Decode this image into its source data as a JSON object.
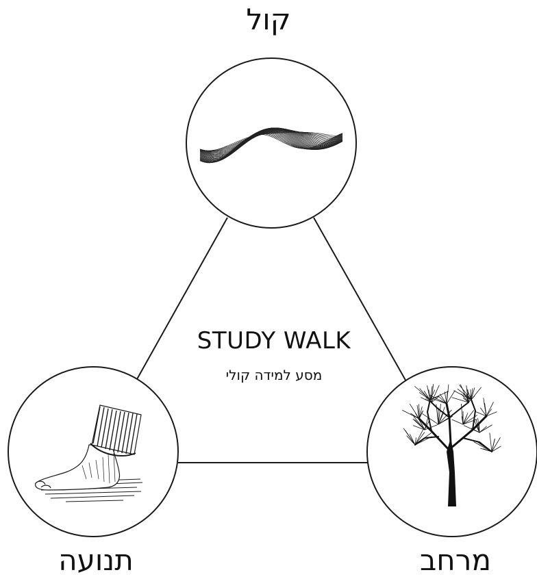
{
  "nodes": {
    "top": {
      "label": "קול",
      "icon": "sound-wave-icon"
    },
    "left": {
      "label": "תנועה",
      "icon": "foot-icon"
    },
    "right": {
      "label": "מרחב",
      "icon": "tree-icon"
    }
  },
  "center": {
    "title": "STUDY WALK",
    "subtitle": "מסע למידה קולי"
  },
  "colors": {
    "line": "#1a1a1a",
    "background": "#ffffff"
  }
}
